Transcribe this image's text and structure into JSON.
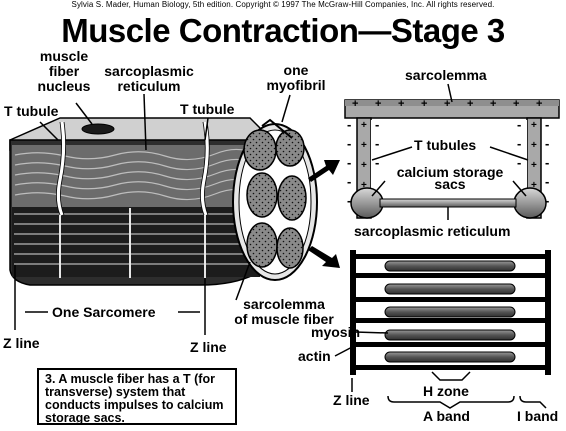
{
  "credit": "Sylvia S. Mader, Human Biology, 5th edition. Copyright © 1997 The McGraw-Hill Companies, Inc. All rights reserved.",
  "title": "Muscle Contraction—Stage 3",
  "left_labels": {
    "nucleus_l1": "muscle",
    "nucleus_l2": "fiber",
    "nucleus_l3": "nucleus",
    "sr_l1": "sarcoplasmic",
    "sr_l2": "reticulum",
    "ttubule_left": "T tubule",
    "ttubule_right": "T tubule",
    "myofibril_l1": "one",
    "myofibril_l2": "myofibril",
    "sarcomere": "One Sarcomere",
    "zline_left": "Z line",
    "zline_mid": "Z line",
    "sarcolemma_fiber_l1": "sarcolemma",
    "sarcolemma_fiber_l2": "of muscle fiber"
  },
  "top_right": {
    "sarcolemma": "sarcolemma",
    "t_tubules": "T tubules",
    "calcium_l1": "calcium storage",
    "calcium_l2": "sacs",
    "sr": "sarcoplasmic reticulum",
    "plus": "+",
    "minus": "-"
  },
  "bottom_right": {
    "myosin": "myosin",
    "actin": "actin",
    "zline": "Z line",
    "hzone": "H zone",
    "aband": "A band",
    "iband": "I band"
  },
  "caption": "3. A muscle fiber has a T (for transverse) system that conducts impulses to calcium storage sacs.",
  "colors": {
    "membrane_gray": "#a9a9a9",
    "fiber_dark": "#3a3a3a",
    "fiber_mid": "#7a7a7a",
    "fiber_light": "#cfcfcf",
    "black": "#000000"
  }
}
